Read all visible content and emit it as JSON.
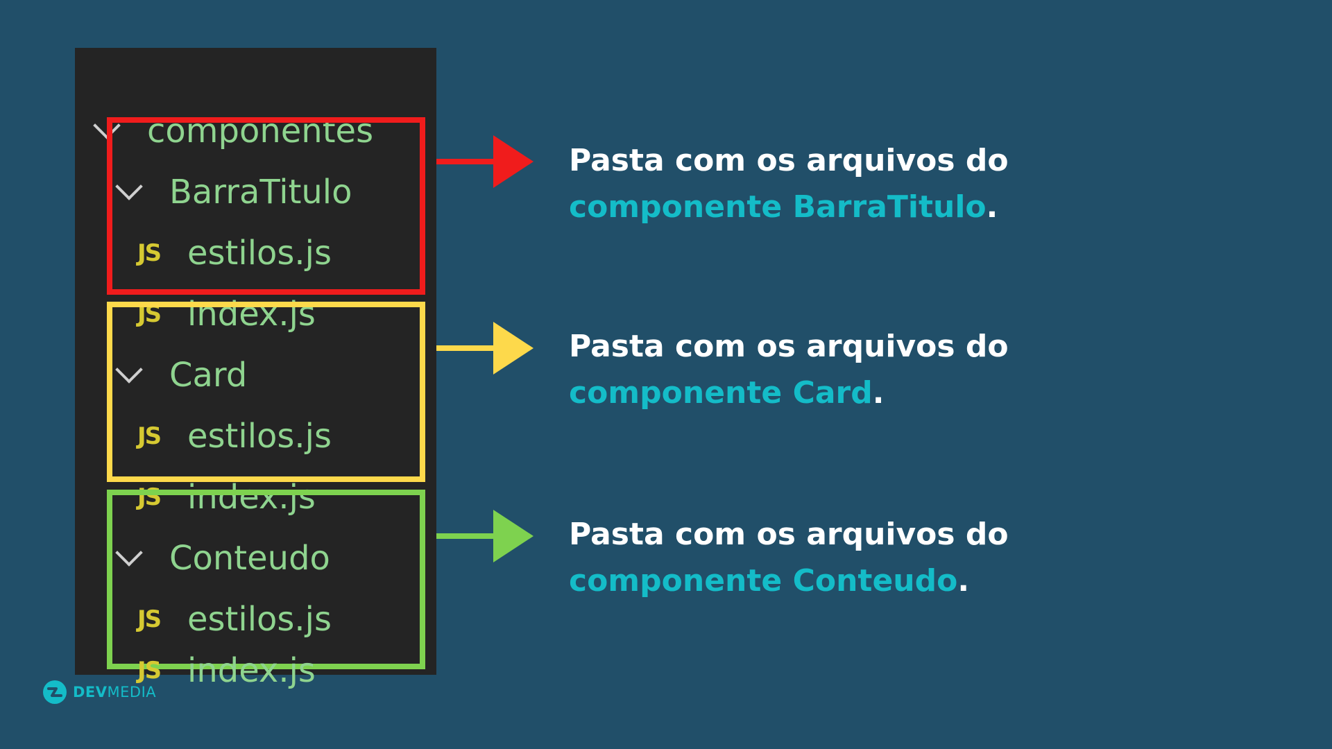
{
  "explorer": {
    "root_folder": "componentes",
    "groups": [
      {
        "folder": "BarraTitulo",
        "color": "#f01c1c",
        "files": [
          {
            "icon": "JS",
            "name": "estilos.js"
          },
          {
            "icon": "JS",
            "name": "index.js"
          }
        ]
      },
      {
        "folder": "Card",
        "color": "#fdd94b",
        "files": [
          {
            "icon": "JS",
            "name": "estilos.js"
          },
          {
            "icon": "JS",
            "name": "index.js"
          }
        ]
      },
      {
        "folder": "Conteudo",
        "color": "#7ed24f",
        "files": [
          {
            "icon": "JS",
            "name": "estilos.js"
          },
          {
            "icon": "JS",
            "name": "index.js"
          }
        ]
      }
    ]
  },
  "captions": [
    {
      "line1": "Pasta com os arquivos do",
      "accent": "componente BarraTitulo",
      "end": "."
    },
    {
      "line1": "Pasta com os arquivos do",
      "accent": "componente Card",
      "end": "."
    },
    {
      "line1": "Pasta com os arquivos do",
      "accent": "componente Conteudo",
      "end": "."
    }
  ],
  "logo": {
    "bold": "DEV",
    "light": "MEDIA",
    "icon": "devmedia-logo-icon"
  },
  "colors": {
    "background": "#214f69",
    "panel": "#242424",
    "folder_text": "#8fd48f",
    "js_icon": "#d6c932",
    "accent": "#14bcc8",
    "caption_text": "#ffffff"
  }
}
